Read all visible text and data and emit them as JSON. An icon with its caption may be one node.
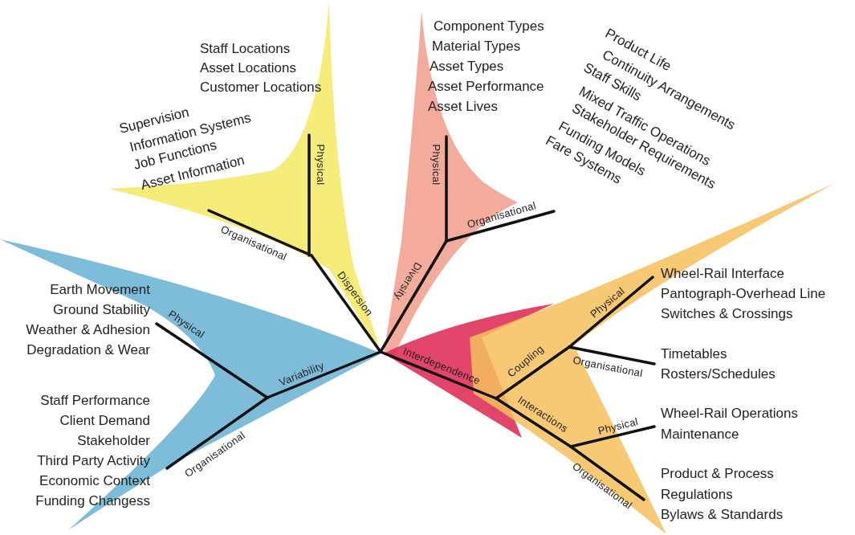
{
  "diagram": {
    "labels": [
      "Staff Locations",
      "Asset Locations",
      "Customer Locations",
      "Supervision",
      "Information Systems",
      "Job Functions",
      "Asset Information",
      "Component Types",
      "Material Types",
      "Asset Types",
      "Asset Performance",
      "Asset Lives",
      "Product Life",
      "Continuity Arrangements",
      "Staff Skills",
      "Mixed Traffic Operations",
      "Stakeholder Requirements",
      "Funding Models",
      "Fare Systems",
      "Earth Movement",
      "Ground Stability",
      "Weather & Adhesion",
      "Degradation & Wear",
      "Staff Performance",
      "Client Demand",
      "Stakeholder",
      "Third Party Activity",
      "Economic Context",
      "Funding Changess",
      "Wheel-Rail Interface",
      "Pantograph-Overhead Line",
      "Switches & Crossings",
      "Timetables",
      "Rosters/Schedules",
      "Wheel-Rail Operations",
      "Maintenance",
      "Product & Process",
      "Regulations",
      "Bylaws & Standards",
      "Physical",
      "Organisational",
      "Dispersion",
      "Physical",
      "Organisational",
      "Diversity",
      "Variability",
      "Physical",
      "Organisational",
      "Interdependence",
      "Coupling",
      "Physical",
      "Organisational",
      "Interactions",
      "Physical",
      "Organisational"
    ]
  }
}
